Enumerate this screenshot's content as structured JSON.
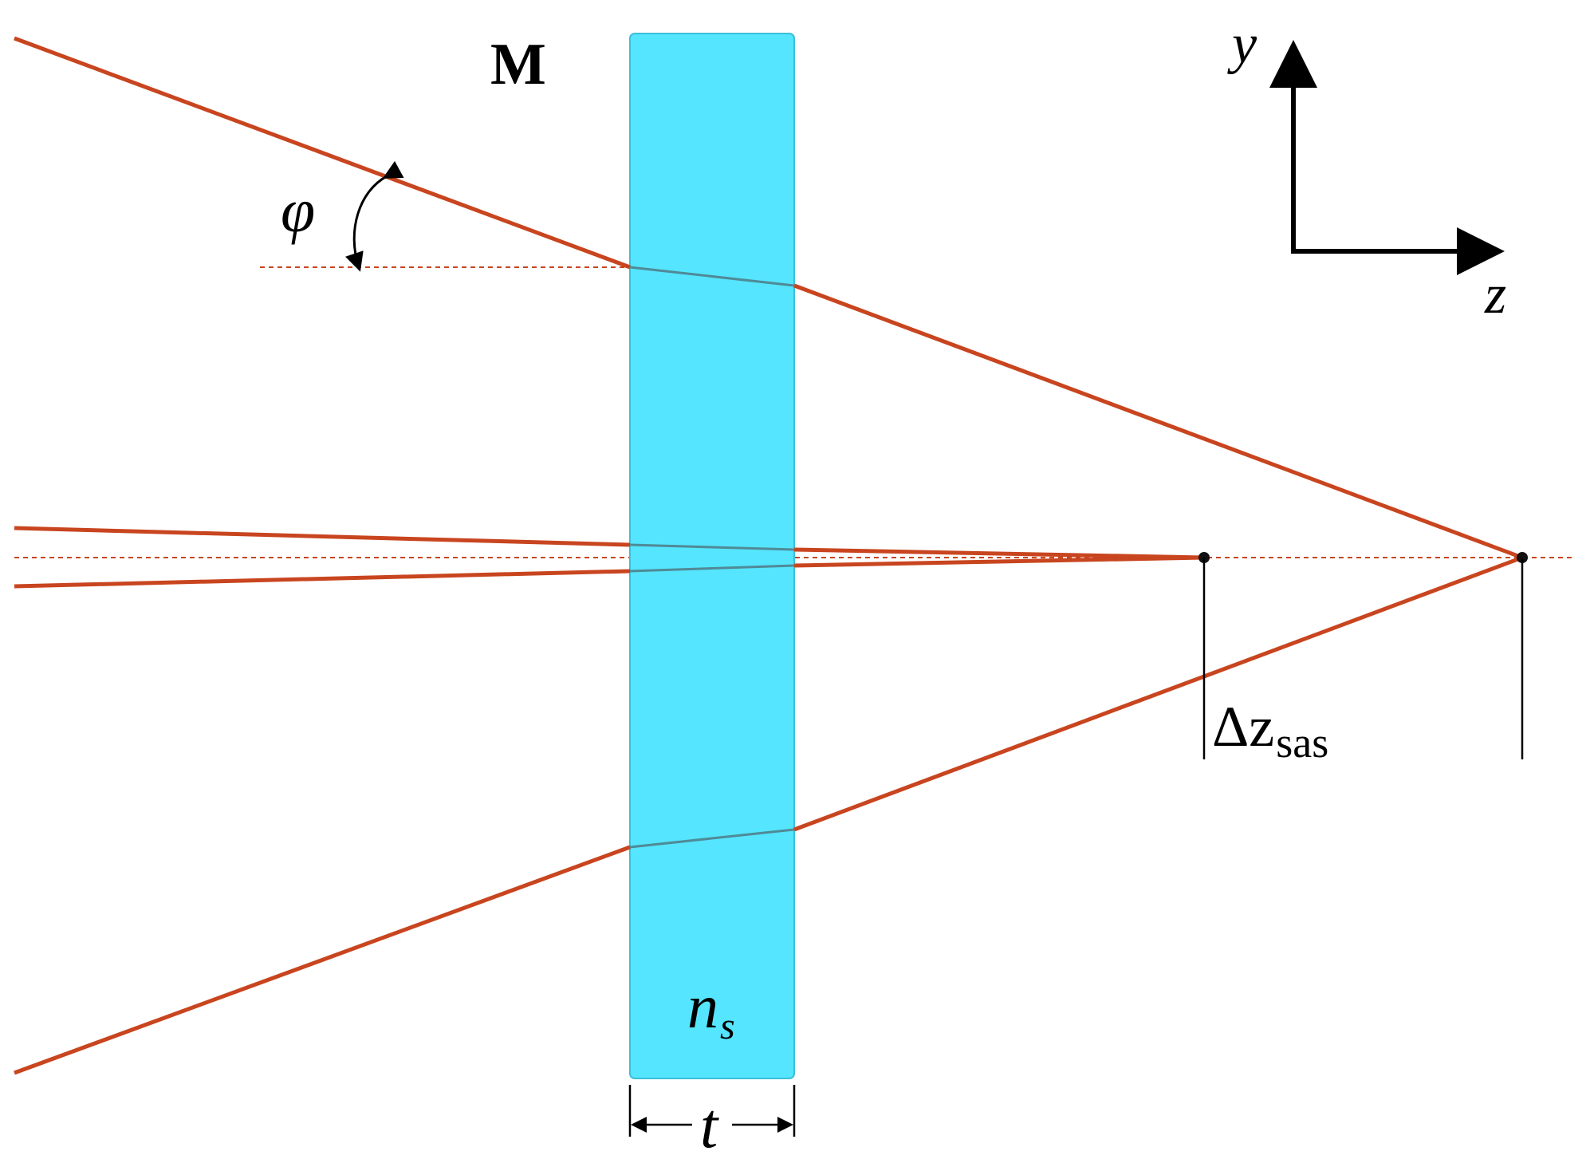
{
  "labels": {
    "plate_label": "M",
    "angle_label": "φ",
    "index_label_main": "n",
    "index_label_sub": "s",
    "thickness_label": "t",
    "axis_y_label": "y",
    "axis_z_label": "z",
    "shift_label_main": "Δz",
    "shift_label_sub": "sas"
  },
  "colors": {
    "ray": "#c8451f",
    "plate_fill": "#55e5ff",
    "plate_stroke": "#3bbfd9",
    "inside_ray": "#4f8a96",
    "axis": "#000000",
    "optical_axis": "#c8451f"
  }
}
